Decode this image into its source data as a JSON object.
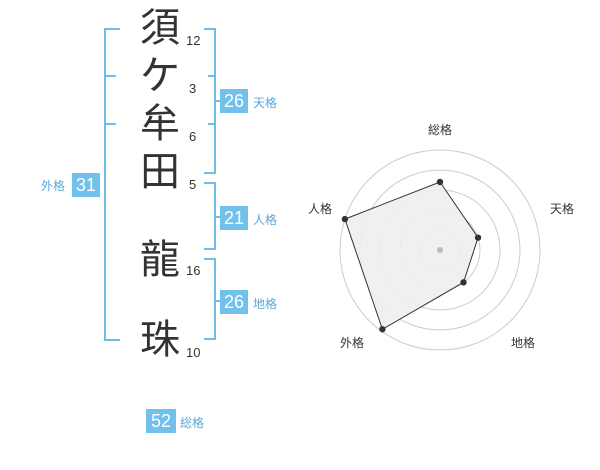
{
  "name": {
    "characters": [
      {
        "char": "須",
        "strokes": "12"
      },
      {
        "char": "ケ",
        "strokes": "3"
      },
      {
        "char": "牟",
        "strokes": "6"
      },
      {
        "char": "田",
        "strokes": "5"
      },
      {
        "char": "龍",
        "strokes": "16"
      },
      {
        "char": "珠",
        "strokes": "10"
      }
    ]
  },
  "fortunes": {
    "tenkaku": {
      "label": "天格",
      "value": "26"
    },
    "jinkaku": {
      "label": "人格",
      "value": "21"
    },
    "chikaku": {
      "label": "地格",
      "value": "26"
    },
    "gaikaku": {
      "label": "外格",
      "value": "31"
    },
    "soukaku": {
      "label": "総格",
      "value": "52"
    }
  },
  "radar": {
    "axes": [
      "総格",
      "天格",
      "地格",
      "外格",
      "人格"
    ],
    "values": [
      0.68,
      0.4,
      0.4,
      0.98,
      1.0
    ],
    "colors": {
      "fill": "#eeeeee",
      "line": "#333333",
      "grid": "#cccccc",
      "center": "#bbbbbb"
    }
  },
  "colors": {
    "accent": "#72c1ec",
    "bracket": "#6fbde9",
    "label": "#5aa9d6"
  }
}
